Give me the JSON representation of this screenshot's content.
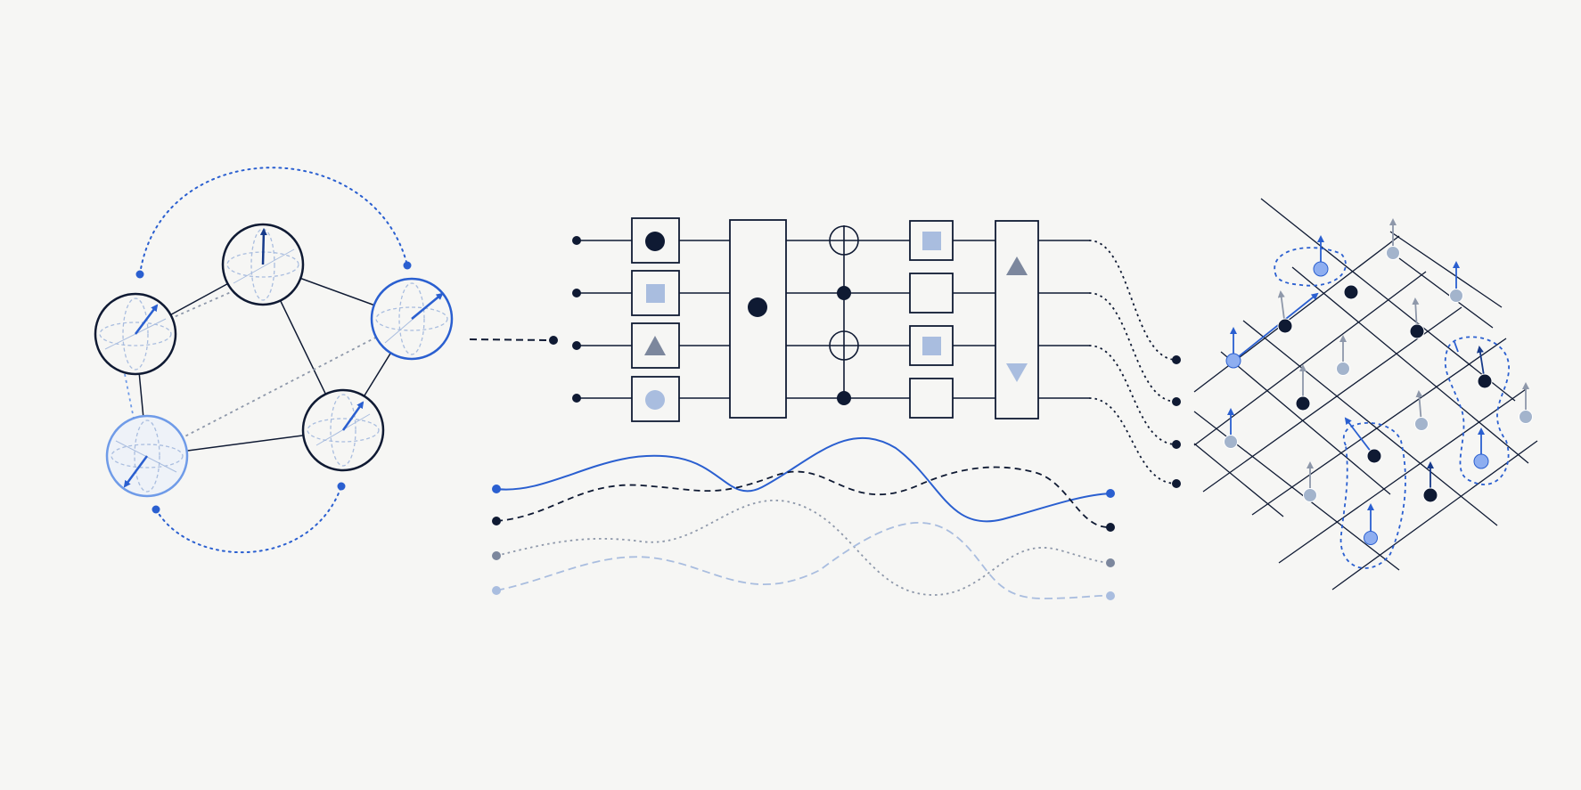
{
  "colors": {
    "background": "#f6f6f4",
    "ink": "#0f1a33",
    "blue": "#2a5fd0",
    "blue_light": "#6f9be8",
    "blue_pale": "#a9bddf",
    "gray": "#7c879d",
    "gray_pale": "#b8c0ce",
    "node_light": "#8eaef0",
    "node_gray": "#a3b4cc",
    "arrow_gray": "#8e98aa"
  },
  "network": {
    "nodes": [
      {
        "id": "q1",
        "style": "dark",
        "arrow": "up-right"
      },
      {
        "id": "q2",
        "style": "dark",
        "arrow": "up"
      },
      {
        "id": "q3",
        "style": "blue",
        "arrow": "up-right"
      },
      {
        "id": "q4",
        "style": "pale",
        "arrow": "down-left"
      },
      {
        "id": "q5",
        "style": "dark",
        "arrow": "up-right"
      }
    ]
  },
  "circuit": {
    "wires": 4,
    "column1": [
      "circle",
      "square",
      "triangle",
      "circle-pale"
    ],
    "column4": [
      "square",
      "empty",
      "square",
      "empty"
    ],
    "column5": [
      "triangle-up",
      "triangle-down"
    ]
  },
  "lattice": {
    "rows": 7,
    "cols": 5
  },
  "icons": [
    "bloch-sphere-icon",
    "gate-icon",
    "cnot-target-icon",
    "control-dot-icon",
    "spin-arrow-icon"
  ]
}
